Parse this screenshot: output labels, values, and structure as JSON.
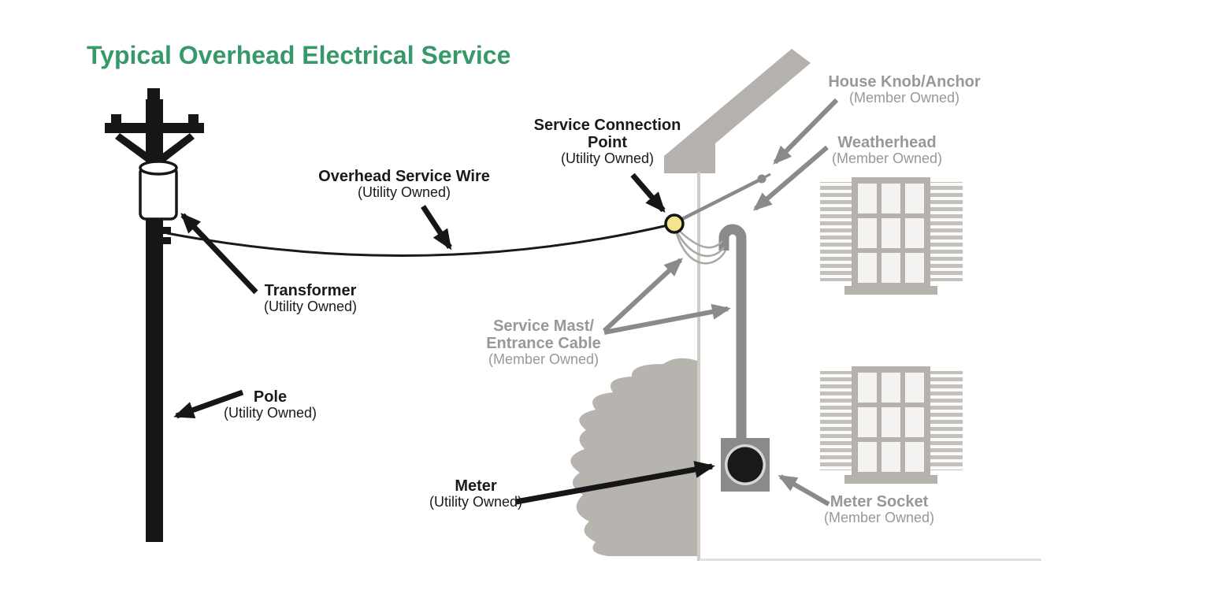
{
  "title": "Typical Overhead Electrical Service",
  "labels": {
    "overhead_service_wire": {
      "name": "Overhead Service Wire",
      "owner": "(Utility Owned)"
    },
    "service_connection_point": {
      "name_line1": "Service Connection",
      "name_line2": "Point",
      "owner": "(Utility Owned)"
    },
    "house_knob_anchor": {
      "name": "House Knob/Anchor",
      "owner": "(Member Owned)"
    },
    "weatherhead": {
      "name": "Weatherhead",
      "owner": "(Member Owned)"
    },
    "transformer": {
      "name": "Transformer",
      "owner": "(Utility Owned)"
    },
    "service_mast": {
      "name_line1": "Service Mast/",
      "name_line2": "Entrance Cable",
      "owner": "(Member Owned)"
    },
    "pole": {
      "name": "Pole",
      "owner": "(Utility Owned)"
    },
    "meter": {
      "name": "Meter",
      "owner": "(Utility Owned)"
    },
    "meter_socket": {
      "name": "Meter Socket",
      "owner": "(Member Owned)"
    }
  },
  "colors": {
    "title_green": "#37996a",
    "utility_label_text": "#1a1a1a",
    "member_label_text": "#989898",
    "pole_black": "#161616",
    "house_gray": "#b5b2ad",
    "equipment_gray": "#8a8a8a",
    "connection_point_yellow": "#f3e58d",
    "window_pane": "#f4f3f1"
  },
  "icons": {
    "pole_graphic": "utility-pole-icon",
    "transformer_graphic": "transformer-cylinder-icon",
    "connection_point_graphic": "yellow-dot-icon",
    "meter_graphic": "meter-dial-icon"
  }
}
